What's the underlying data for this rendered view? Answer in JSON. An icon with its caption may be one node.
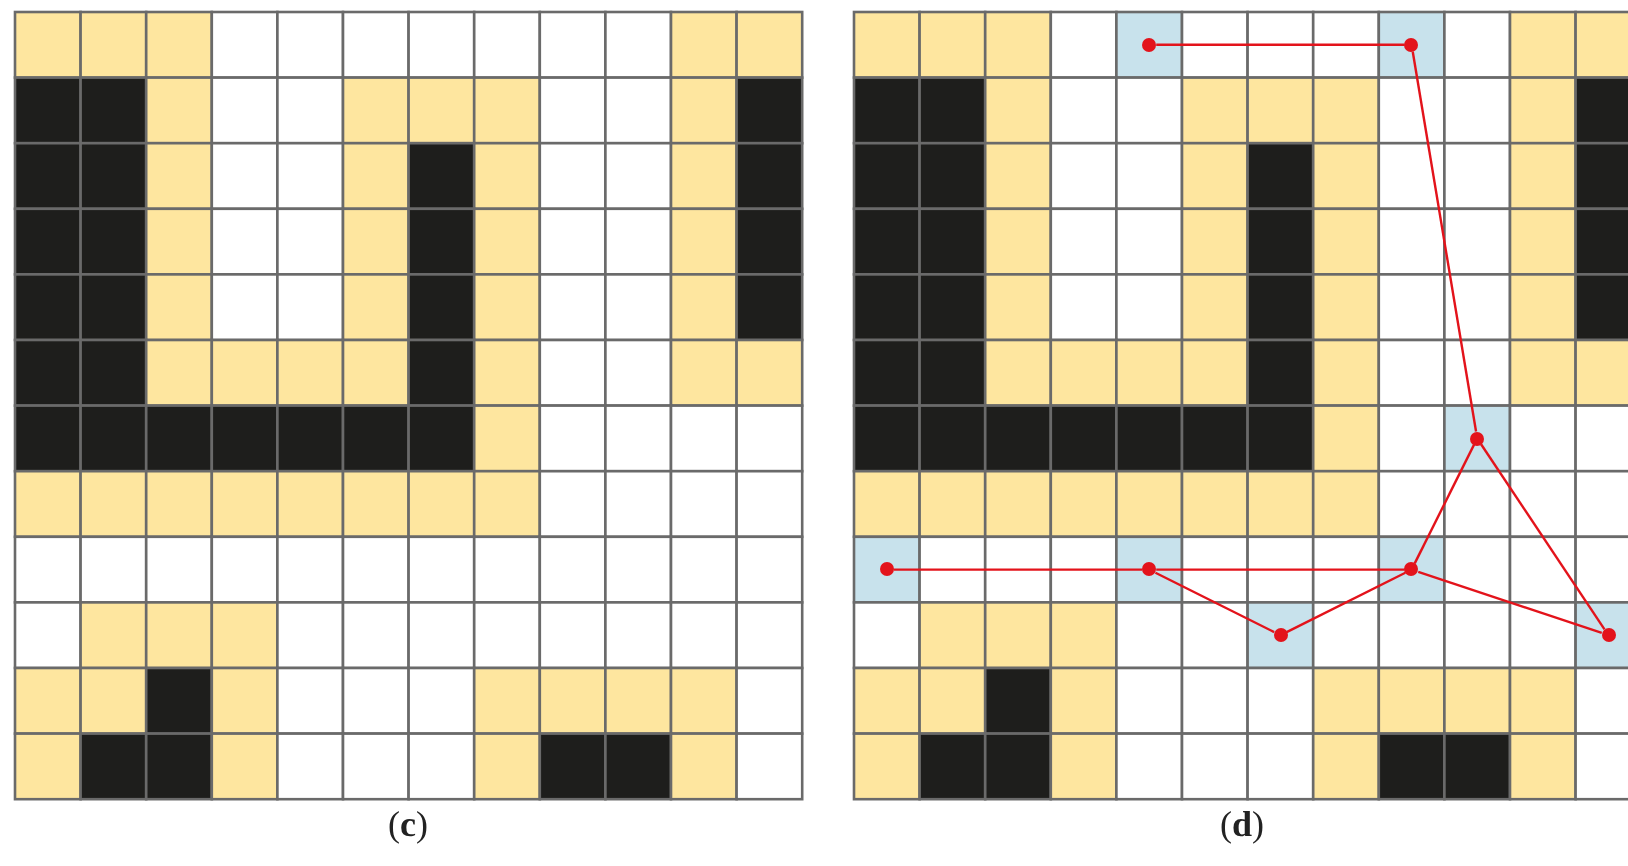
{
  "diagram": {
    "nodes": [
      {
        "text": [],
        "shape": "circle"
      },
      {
        "text": [],
        "shape": "circle"
      },
      {
        "text": [],
        "shape": "circle"
      },
      {
        "text": [],
        "shape": "circle"
      },
      {
        "text": [],
        "shape": "circle"
      },
      {
        "text": [],
        "shape": "circle"
      },
      {
        "text": [],
        "shape": "circle"
      },
      {
        "text": [],
        "shape": "circle"
      }
    ],
    "edges": [
      {
        "from": 0,
        "to": 1,
        "arrow": "none"
      },
      {
        "from": 1,
        "to": 2,
        "arrow": "none"
      },
      {
        "from": 2,
        "to": 5,
        "arrow": "none"
      },
      {
        "from": 2,
        "to": 7,
        "arrow": "none"
      },
      {
        "from": 3,
        "to": 4,
        "arrow": "none"
      },
      {
        "from": 4,
        "to": 5,
        "arrow": "none"
      },
      {
        "from": 4,
        "to": 6,
        "arrow": "none"
      },
      {
        "from": 6,
        "to": 5,
        "arrow": "none"
      },
      {
        "from": 5,
        "to": 7,
        "arrow": "none"
      }
    ],
    "labels": [
      "(**c**)",
      "(**d**)"
    ]
  }
}
